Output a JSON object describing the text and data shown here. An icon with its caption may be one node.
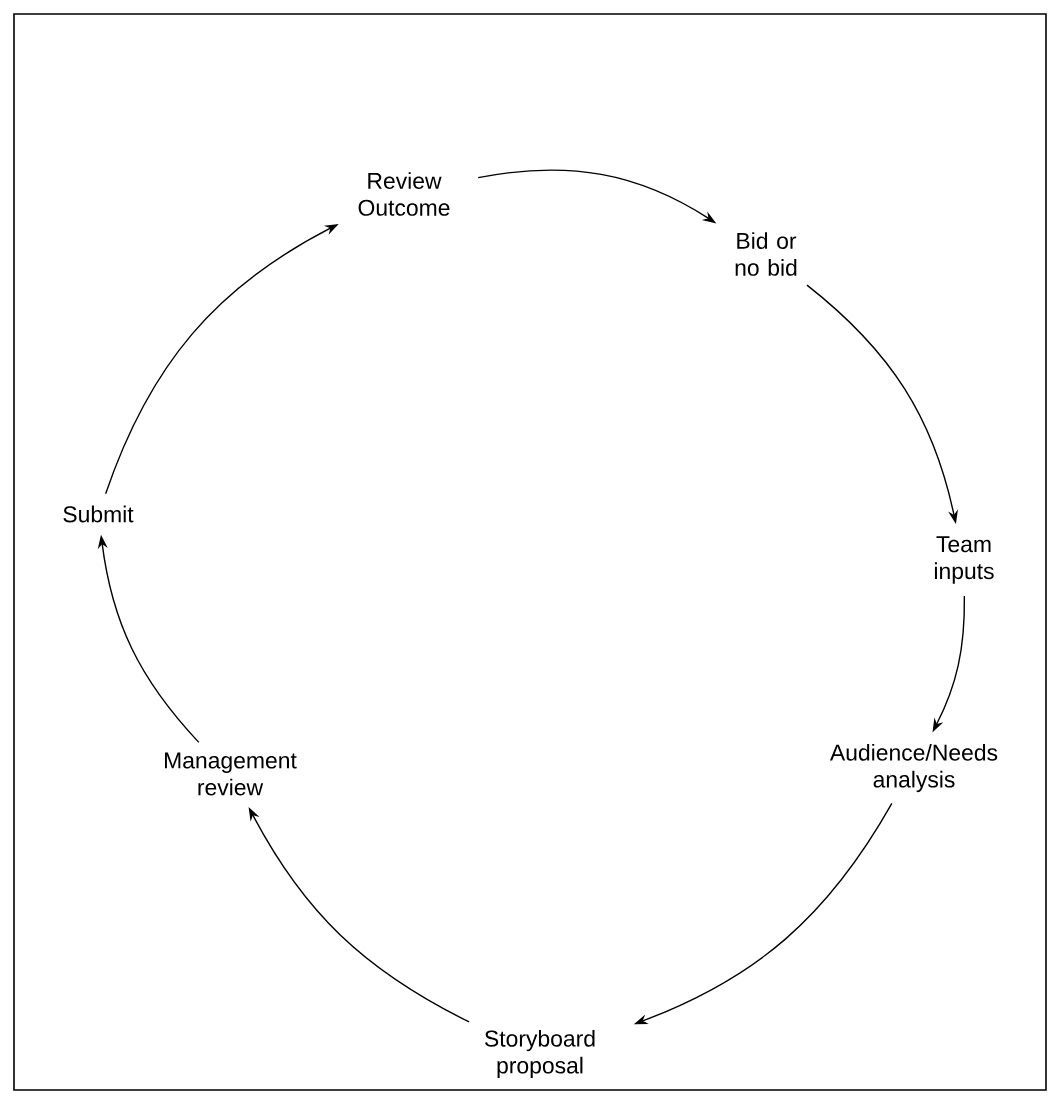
{
  "diagram": {
    "nodes": [
      {
        "text": [
          "Review Outcome"
        ]
      },
      {
        "text": [
          "Bid or no bid"
        ]
      },
      {
        "text": [
          "Team inputs"
        ]
      },
      {
        "text": [
          "Audience/Needs analysis"
        ]
      },
      {
        "text": [
          "Storyboard proposal"
        ]
      },
      {
        "text": [
          "Management review"
        ]
      },
      {
        "text": [
          "Submit"
        ]
      }
    ],
    "edges": [
      {
        "from": 0,
        "to": 1,
        "arrow": "to"
      },
      {
        "from": 1,
        "to": 2,
        "arrow": "to"
      },
      {
        "from": 2,
        "to": 3,
        "arrow": "to"
      },
      {
        "from": 3,
        "to": 4,
        "arrow": "to"
      },
      {
        "from": 4,
        "to": 5,
        "arrow": "to"
      },
      {
        "from": 5,
        "to": 6,
        "arrow": "to"
      },
      {
        "from": 6,
        "to": 0,
        "arrow": "to"
      }
    ]
  }
}
